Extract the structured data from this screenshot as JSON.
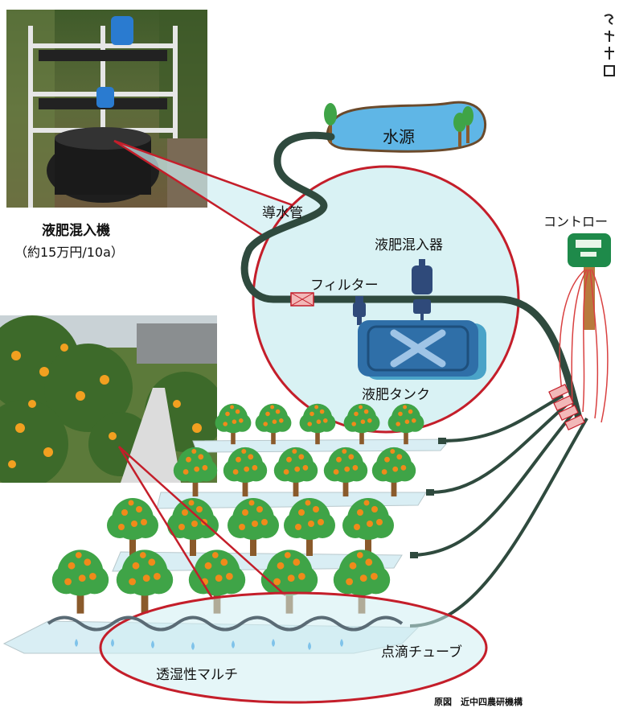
{
  "labels": {
    "water_source": "水源",
    "conduit_pipe": "導水管",
    "fertilizer_injector": "液肥混入器",
    "filter": "フィルター",
    "fertilizer_tank": "液肥タンク",
    "controller": "コントロー",
    "mixer_machine_title": "液肥混入機",
    "mixer_machine_price": "（約15万円/10a）",
    "drip_tube": "点滴チューブ",
    "mulch": "透湿性マルチ",
    "source_credit": "原図　近中四農研機構"
  },
  "colors": {
    "pipe": "#2f4a3e",
    "highlight_circle": "#c41e2a",
    "water": "#5fb6e6",
    "tree_leaf": "#3fa447",
    "tree_trunk": "#8a5a2b",
    "fruit": "#f08a1a",
    "controller_body": "#1e8a4a",
    "tank": "#2f6fa8",
    "mulch": "#d9eef4"
  }
}
